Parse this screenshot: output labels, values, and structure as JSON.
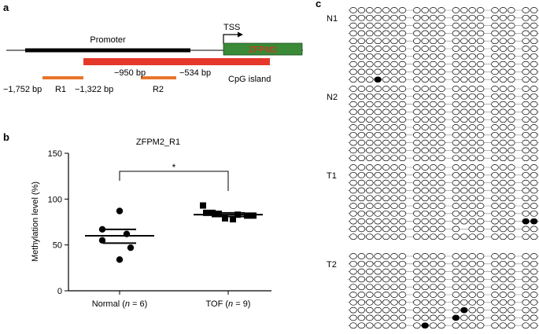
{
  "panel_a": {
    "label": "a",
    "promoter_label": "Promoter",
    "tss_label": "TSS",
    "gene_label": "ZFPM2",
    "cpg_label": "CpG island",
    "r1_label": "R1",
    "r2_label": "R2",
    "pos_1752": "−1,752 bp",
    "pos_1322": "−1,322 bp",
    "pos_950": "−950 bp",
    "pos_534": "−534 bp",
    "colors": {
      "gene_box": "#3a8a37",
      "gene_text": "#e8281a",
      "cpg_bar": "#e5382a",
      "region_bar": "#e8742a",
      "promoter_bar": "#000000"
    }
  },
  "panel_b": {
    "label": "b",
    "significance": "*",
    "chart_data": {
      "type": "scatter",
      "title": "ZFPM2_R1",
      "ylabel": "Methylation level (%)",
      "ylim": [
        0,
        150
      ],
      "yticks": [
        0,
        50,
        100,
        150
      ],
      "categories": [
        "Normal (n = 6)",
        "TOF (n = 9)"
      ],
      "x_labels": [
        {
          "pre": "Normal (",
          "n": "n",
          "post": " = 6)"
        },
        {
          "pre": "TOF (",
          "n": "n",
          "post": " = 9)"
        }
      ],
      "series": [
        {
          "name": "Normal",
          "marker": "circle",
          "values": [
            87,
            67,
            62,
            55,
            47,
            34
          ],
          "mean": 60,
          "sem_low": 52,
          "sem_high": 67
        },
        {
          "name": "TOF",
          "marker": "square",
          "values": [
            93,
            85,
            85,
            84,
            83,
            82,
            82,
            79,
            78
          ],
          "mean": 83,
          "sem_low": 81,
          "sem_high": 85
        }
      ]
    }
  },
  "panel_c": {
    "label": "c",
    "filled_color": "#000000",
    "groups": [
      {
        "name": "N1",
        "rows": 10,
        "cols": 20,
        "gap_after": [
          6,
          10,
          14,
          17
        ],
        "missing": [],
        "filled": [
          [
            9,
            3
          ]
        ]
      },
      {
        "name": "N2",
        "rows": 10,
        "cols": 20,
        "gap_after": [
          6,
          10,
          14,
          17
        ],
        "missing": [],
        "filled": []
      },
      {
        "name": "T1",
        "rows": 10,
        "cols": 20,
        "gap_after": [
          6,
          10,
          14,
          17
        ],
        "missing": [
          [
            8,
            12
          ]
        ],
        "filled": [
          [
            7,
            18
          ],
          [
            7,
            19
          ]
        ]
      },
      {
        "name": "T2",
        "rows": 10,
        "cols": 20,
        "gap_after": [
          6,
          10,
          14,
          17
        ],
        "missing": [],
        "filled": [
          [
            7,
            12
          ],
          [
            8,
            11
          ],
          [
            9,
            8
          ]
        ]
      }
    ]
  }
}
